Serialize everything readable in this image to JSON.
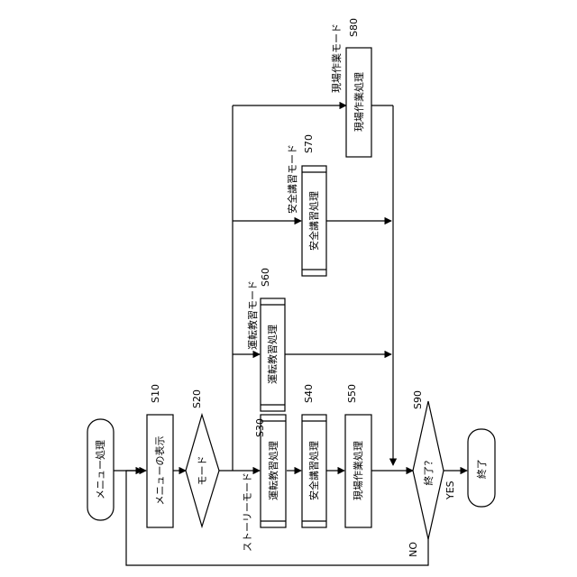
{
  "nodes": {
    "start": "メニュー処理",
    "s10": "メニューの表示",
    "s20": "モード",
    "s30": "運転教習処理",
    "s40": "安全講習処理",
    "s50": "現場作業処理",
    "s60": "運転教習処理",
    "s70": "安全講習処理",
    "s80": "現場作業処理",
    "s90": "終了？",
    "end": "終了"
  },
  "step_labels": {
    "s10": "S10",
    "s20": "S20",
    "s30": "S30",
    "s40": "S40",
    "s50": "S50",
    "s60": "S60",
    "s70": "S70",
    "s80": "S80",
    "s90": "S90"
  },
  "mode_labels": {
    "story": "ストーリーモード",
    "driving": "運転教習モード",
    "safety": "安全講習モード",
    "field": "現場作業モード"
  },
  "branch_labels": {
    "yes": "YES",
    "no": "NO"
  }
}
